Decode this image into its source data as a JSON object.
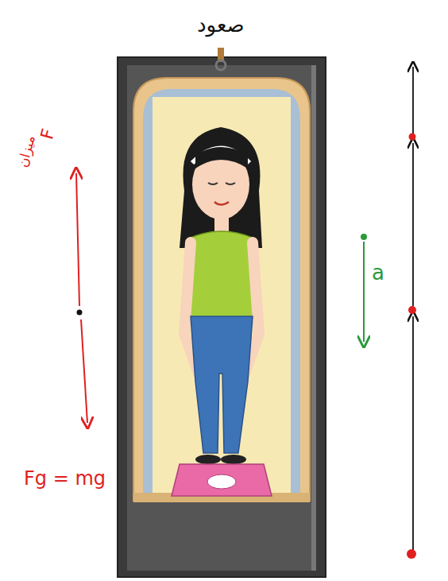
{
  "diagram": {
    "labels": [
      "صعود",
      "F",
      "ميزان",
      "Fg = mg",
      "a"
    ]
  }
}
